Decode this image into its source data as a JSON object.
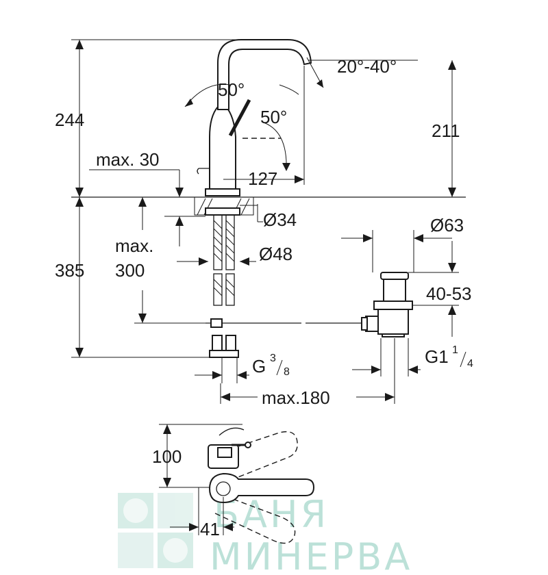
{
  "dimensions": {
    "total_height": "244",
    "spout_height": "211",
    "spout_reach": "127",
    "deck_thickness": "max. 30",
    "spout_swivel": "20°-40°",
    "handle_angle_top": "50°",
    "handle_angle_side": "50°",
    "hole_diameter": "Ø34",
    "base_diameter": "Ø48",
    "below_deck_total": "385",
    "below_deck_max_line1": "max.",
    "below_deck_max_line2": "300",
    "waste_diameter": "Ø63",
    "waste_range": "40-53",
    "connection_thread_main": "G",
    "connection_thread_num": "3",
    "connection_thread_den": "8",
    "waste_thread_main": "G1",
    "waste_thread_num": "1",
    "waste_thread_den": "4",
    "waste_offset": "max.180",
    "plan_depth": "100",
    "plan_width": "41"
  },
  "watermark": {
    "line1": "БАНЯ",
    "line2": "МИНЕРВА",
    "color": "#a6d8cc"
  }
}
